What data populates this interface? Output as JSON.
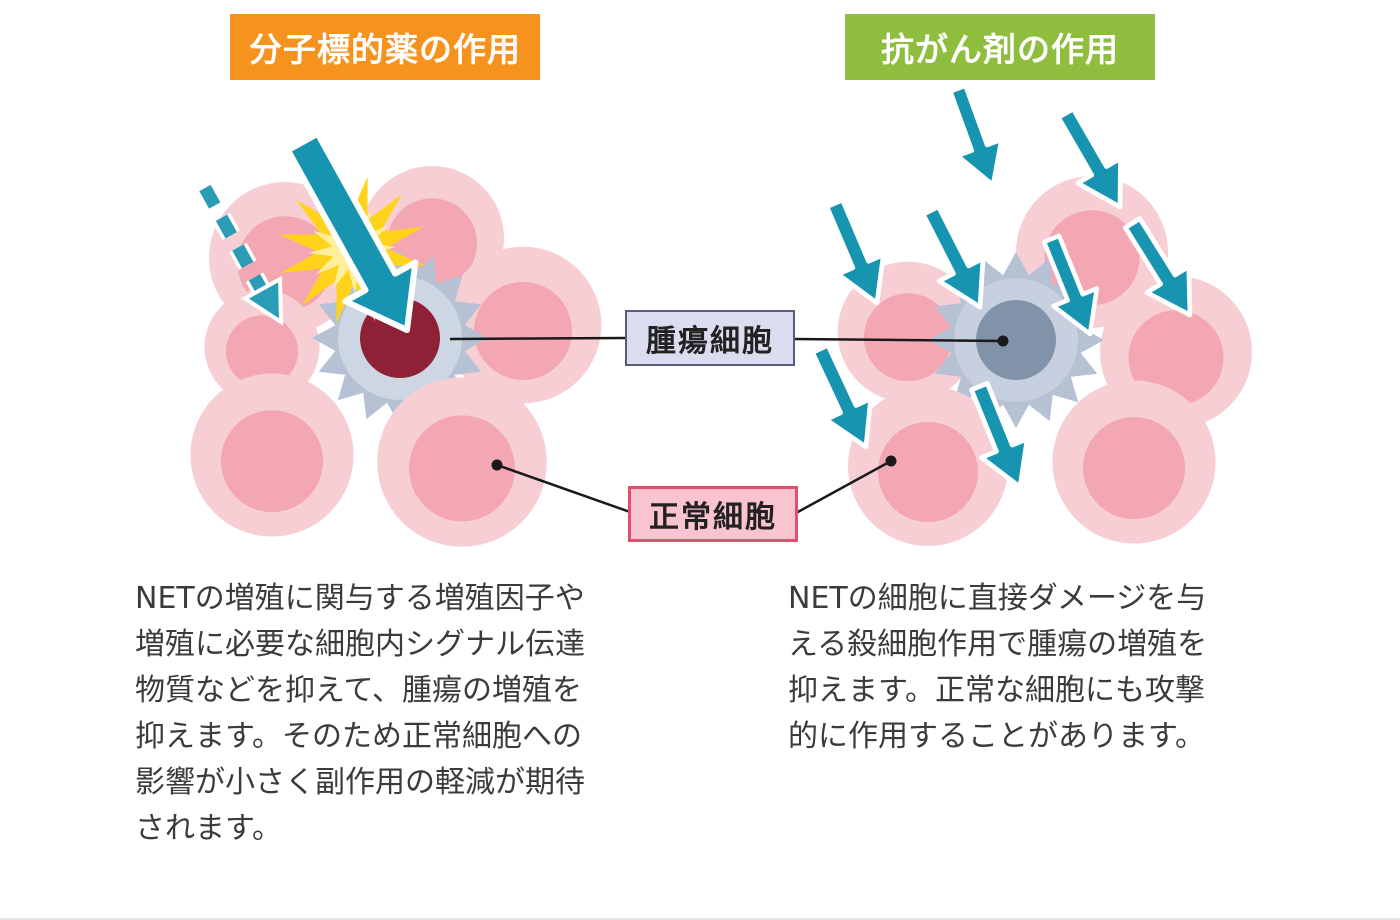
{
  "figure": {
    "headers": {
      "left": {
        "label": "分子標的薬の作用",
        "bg": "#f6921e",
        "text_color": "#ffffff"
      },
      "right": {
        "label": "抗がん剤の作用",
        "bg": "#8fbe3f",
        "text_color": "#ffffff"
      }
    },
    "cell_labels": {
      "tumor": {
        "text": "腫瘍細胞",
        "bg": "#dcdcf0",
        "border": "#5b5b7a"
      },
      "normal": {
        "text": "正常細胞",
        "bg": "#f9c3cf",
        "border": "#e0506e"
      }
    },
    "captions": {
      "left_full": "NETの増殖に関与する増殖因子や増殖に必要な細胞内シグナル伝達物質などを抑えて、腫瘍の増殖を抑えます。そのため正常細胞への影響が小さく副作用の軽減が期待されます。",
      "right_full": "NETの細胞に直接ダメージを与える殺細胞作用で腫瘍の増殖を抑えます。正常な細胞にも攻撃的に作用することがあります。",
      "left_lines": [
        "NETの増殖に関与する増殖因子や",
        "増殖に必要な細胞内シグナル伝達",
        "物質などを抑えて、腫瘍の増殖を",
        "抑えます。そのため正常細胞への",
        "影響が小さく副作用の軽減が期待",
        "されます。"
      ],
      "right_lines": [
        "NETの細胞に直接ダメージを与",
        "える殺細胞作用で腫瘍の増殖を",
        "抑えます。正常な細胞にも攻撃",
        "的に作用することがあります。"
      ]
    },
    "colors": {
      "normal_cell_outer": "#f8ced5",
      "normal_cell_inner": "#f2a7b3",
      "tumor_gear": "#b6c2d4",
      "tumor_gear_inner": "#cdd7e3",
      "tumor_nucleus_left": "#8e2136",
      "tumor_nucleus_right": "#8093a9",
      "arrow": "#1795b0",
      "impact_star": "#ffd21c",
      "caption_text": "#3b3b3b"
    }
  }
}
